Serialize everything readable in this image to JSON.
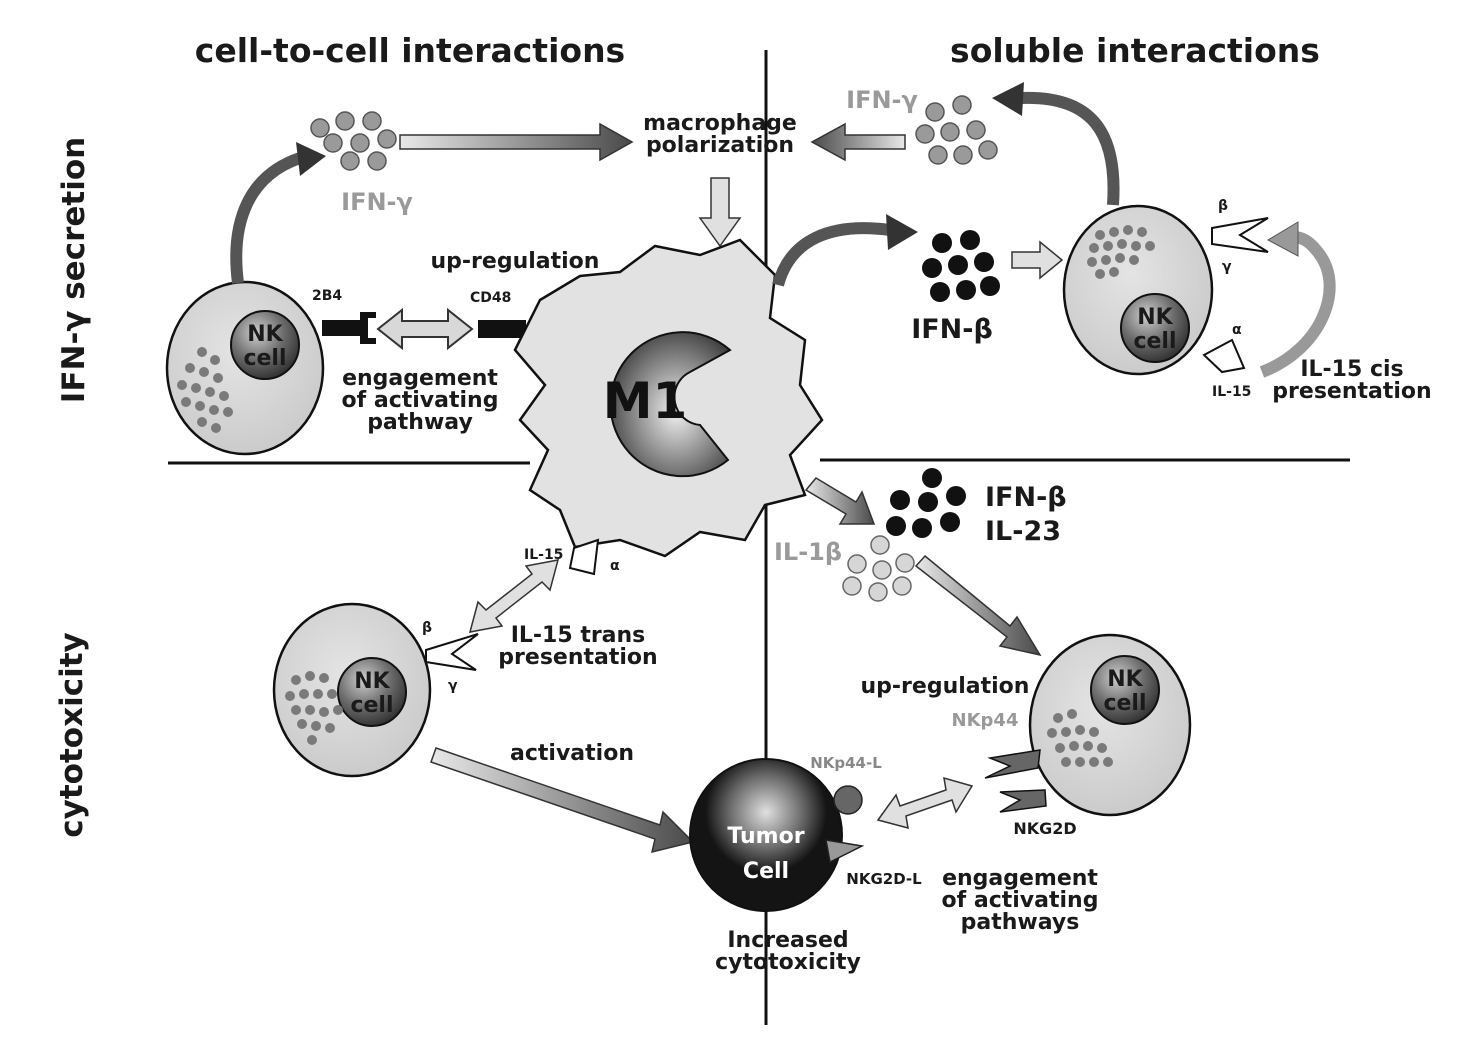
{
  "headers": {
    "left": "cell-to-cell interactions",
    "right": "soluble interactions"
  },
  "rows": {
    "top": "IFN-γ secretion",
    "bottom": "cytotoxicity"
  },
  "molecules": {
    "ifn_gamma": "IFN-γ",
    "ifn_beta": "IFN-β",
    "il23": "IL-23",
    "il1b": "IL-1β",
    "il15": "IL-15"
  },
  "receptors": {
    "alpha": "α",
    "beta": "β",
    "gamma": "γ",
    "b2b4": "2B4",
    "cd48": "CD48",
    "nkp44": "NKp44",
    "nkp44l": "NKp44-L",
    "nkg2d": "NKG2D",
    "nkg2dl": "NKG2D-L"
  },
  "cells": {
    "nk_line1": "NK",
    "nk_line2": "cell",
    "m1": "M1",
    "tumor_line1": "Tumor",
    "tumor_line2": "Cell"
  },
  "annotations": {
    "macro_pol_1": "macrophage",
    "macro_pol_2": "polarization",
    "upreg": "up-regulation",
    "engage_1": "engagement",
    "engage_2": "of activating",
    "engage_3": "pathway",
    "engage_p3": "pathways",
    "cis_1": "IL-15 cis",
    "cis_2": "presentation",
    "trans_1": "IL-15 trans",
    "trans_2": "presentation",
    "activation": "activation",
    "incr_1": "Increased",
    "incr_2": "cytotoxicity"
  }
}
